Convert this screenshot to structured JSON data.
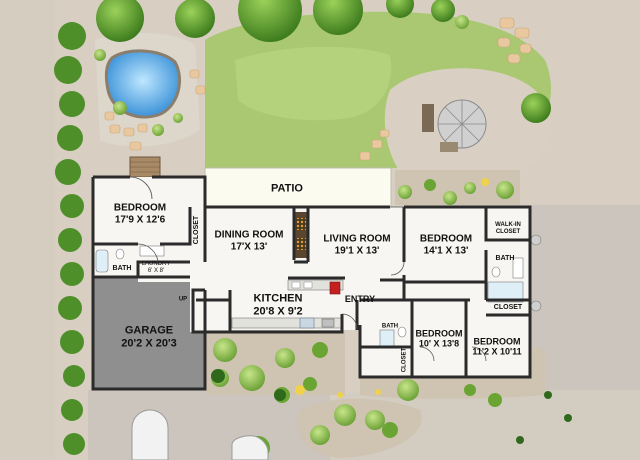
{
  "plan": {
    "rooms": {
      "patio": {
        "name": "PATIO"
      },
      "bedroom1": {
        "name": "BEDROOM",
        "dims": "17'9 X 12'6"
      },
      "closet1": {
        "name": "CLOSET"
      },
      "bath1": {
        "name": "BATH"
      },
      "laundry": {
        "name": "LAUNDRY",
        "dims": "6' X 8'"
      },
      "dining": {
        "name": "DINING ROOM",
        "dims": "17'X 13'"
      },
      "living": {
        "name": "LIVING ROOM",
        "dims": "19'1 X 13'"
      },
      "bedroom2": {
        "name": "BEDROOM",
        "dims": "14'1 X 13'"
      },
      "walkin": {
        "name": "WALK-IN CLOSET"
      },
      "bath2": {
        "name": "BATH"
      },
      "closet2": {
        "name": "CLOSET"
      },
      "kitchen": {
        "name": "KITCHEN",
        "dims": "20'8 X 9'2"
      },
      "entry": {
        "name": "ENTRY"
      },
      "garage": {
        "name": "GARAGE",
        "dims": "20'2 X 20'3"
      },
      "bath3": {
        "name": "BATH"
      },
      "closet3": {
        "name": "CLOSET"
      },
      "bedroom3": {
        "name": "BEDROOM",
        "dims": "10' X 13'8"
      },
      "bedroom4": {
        "name": "BEDROOM",
        "dims": "11'2 X 10'11"
      }
    },
    "stair_label": "UP",
    "colors": {
      "floor": "#f7f6f2",
      "garage": "#8f8f8f",
      "lawn": "#a8c870",
      "patio": "#fbfbf0",
      "paving": "#d8d0c4",
      "driveway": "#c8c4bf",
      "planting": "#cfc3b2",
      "tree": "#5f9a2e",
      "pool": "#4aa3e4",
      "wall": "#2b2b2b"
    }
  }
}
